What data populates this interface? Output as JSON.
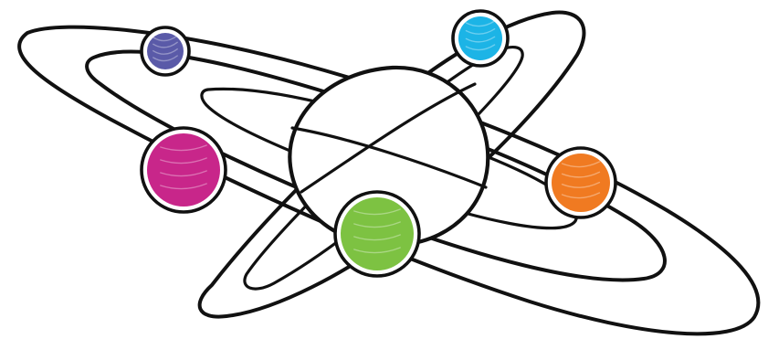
{
  "diagram": {
    "background": "#ffffff",
    "stroke_color": "#111111",
    "nucleus_fill": "#ffffff",
    "planets": [
      {
        "name": "blue-violet",
        "color": "#5a5aa8"
      },
      {
        "name": "cyan",
        "color": "#1cb4e6"
      },
      {
        "name": "magenta",
        "color": "#c8268a"
      },
      {
        "name": "orange",
        "color": "#f07a21"
      },
      {
        "name": "green",
        "color": "#7dc242"
      }
    ]
  }
}
